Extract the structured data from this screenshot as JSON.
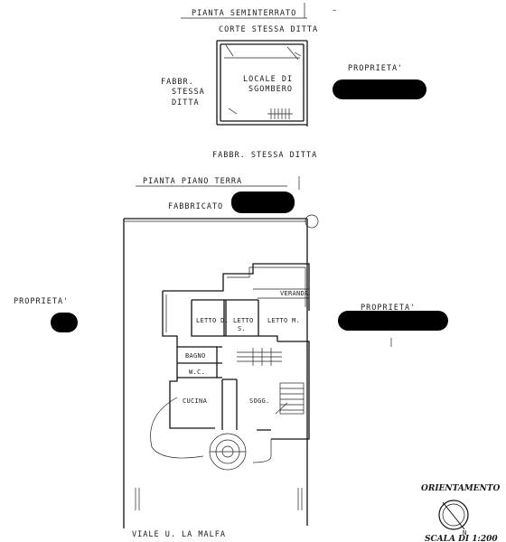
{
  "basement": {
    "title": "PIANTA   SEMINTERRATO",
    "court": "CORTE STESSA DITTA",
    "room_line1": "LOCALE DI",
    "room_line2": "SGOMBERO",
    "left_label_1": "FABBR.",
    "left_label_2": "STESSA",
    "left_label_3": "DITTA",
    "right_label": "PROPRIETA'",
    "bottom_label": "FABBR.  STESSA DITTA"
  },
  "ground": {
    "title": "PIANTA  PIANO  TERRA",
    "building_label": "FABBRICATO",
    "left_label": "PROPRIETA'",
    "right_label": "PROPRIETA'",
    "rooms": {
      "veranda": "VERANDA",
      "letto_d": "LETTO D.",
      "letto_s_1": "LETTO",
      "letto_s_2": "S.",
      "letto_m": "LETTO M.",
      "bagno": "BAGNO",
      "wc": "W.C.",
      "cucina": "CUCINA",
      "sogg": "SOGG."
    },
    "street": "VIALE   U.   LA   MALFA"
  },
  "orientation": {
    "title": "ORIENTAMENTO",
    "north": "N",
    "scale": "SCALA DI 1:200"
  }
}
